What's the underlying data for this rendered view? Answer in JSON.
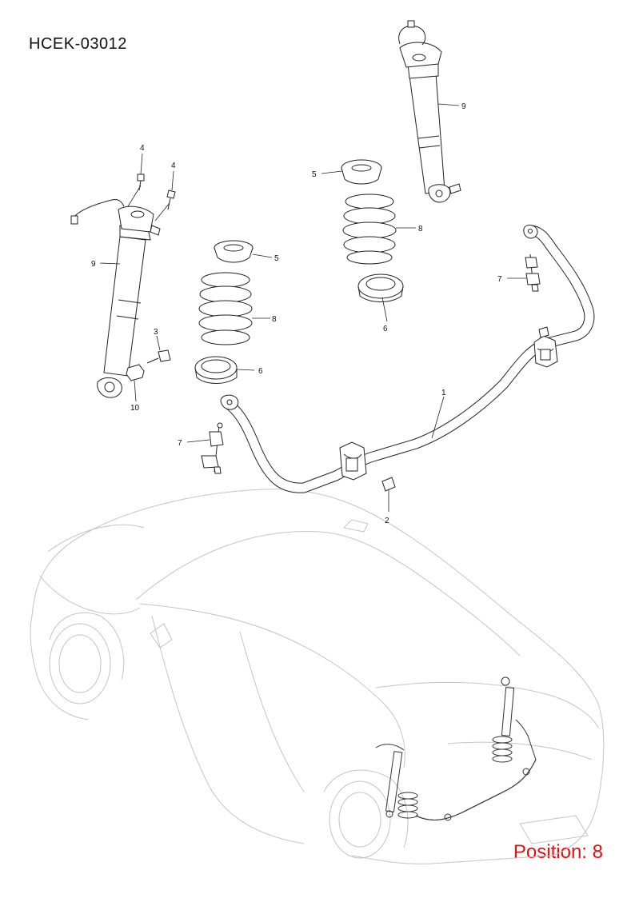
{
  "diagram_code": "HCEK-03012",
  "position_label": "Position: 8",
  "callouts": [
    {
      "id": "c1",
      "label": "1"
    },
    {
      "id": "c2",
      "label": "2"
    },
    {
      "id": "c3",
      "label": "3"
    },
    {
      "id": "c4a",
      "label": "4"
    },
    {
      "id": "c4b",
      "label": "4"
    },
    {
      "id": "c5a",
      "label": "5"
    },
    {
      "id": "c5b",
      "label": "5"
    },
    {
      "id": "c6a",
      "label": "6"
    },
    {
      "id": "c6b",
      "label": "6"
    },
    {
      "id": "c7a",
      "label": "7"
    },
    {
      "id": "c7b",
      "label": "7"
    },
    {
      "id": "c8a",
      "label": "8"
    },
    {
      "id": "c8b",
      "label": "8"
    },
    {
      "id": "c9a",
      "label": "9"
    },
    {
      "id": "c9b",
      "label": "9"
    },
    {
      "id": "c10",
      "label": "10"
    }
  ]
}
